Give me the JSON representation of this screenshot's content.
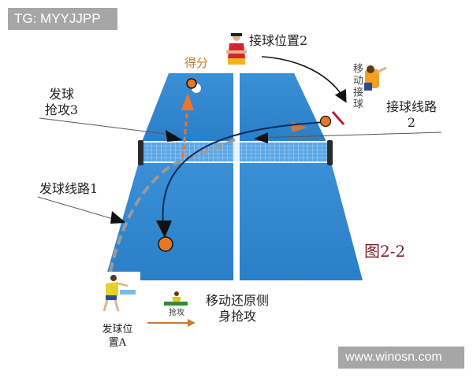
{
  "watermarks": {
    "top": "TG: MYYJJPP",
    "bottom": "www.winosn.com"
  },
  "figure": {
    "caption": "图2-2",
    "colors": {
      "table_blue": "#2f86cf",
      "table_edge": "#1d63a8",
      "center_line": "#ffffff",
      "ball_orange": "#e87722",
      "arrow_orange": "#e8762c",
      "dashed_path": "#9a9a9a",
      "curve_path": "#0d2b5a",
      "caption_red": "#7a1f2b"
    }
  },
  "labels": {
    "score": "得分",
    "receive_position": "接球位置2",
    "move_receive": "移动接球",
    "receive_route_line1": "接球线路",
    "receive_route_line2": "2",
    "serve_attack_line1": "发球",
    "serve_attack_line2": "抢攻3",
    "serve_route": "发球线路1",
    "serve_position_line1": "发球位",
    "serve_position_line2": "置A",
    "attack_icon_label": "抢攻",
    "move_back_line1": "移动还原侧",
    "move_back_line2": "身抢攻"
  },
  "icons": {
    "top_player": "receiver-player-icon",
    "right_player": "moving-receiver-icon",
    "bottom_player": "server-player-icon",
    "attack_player": "attacking-player-icon"
  }
}
